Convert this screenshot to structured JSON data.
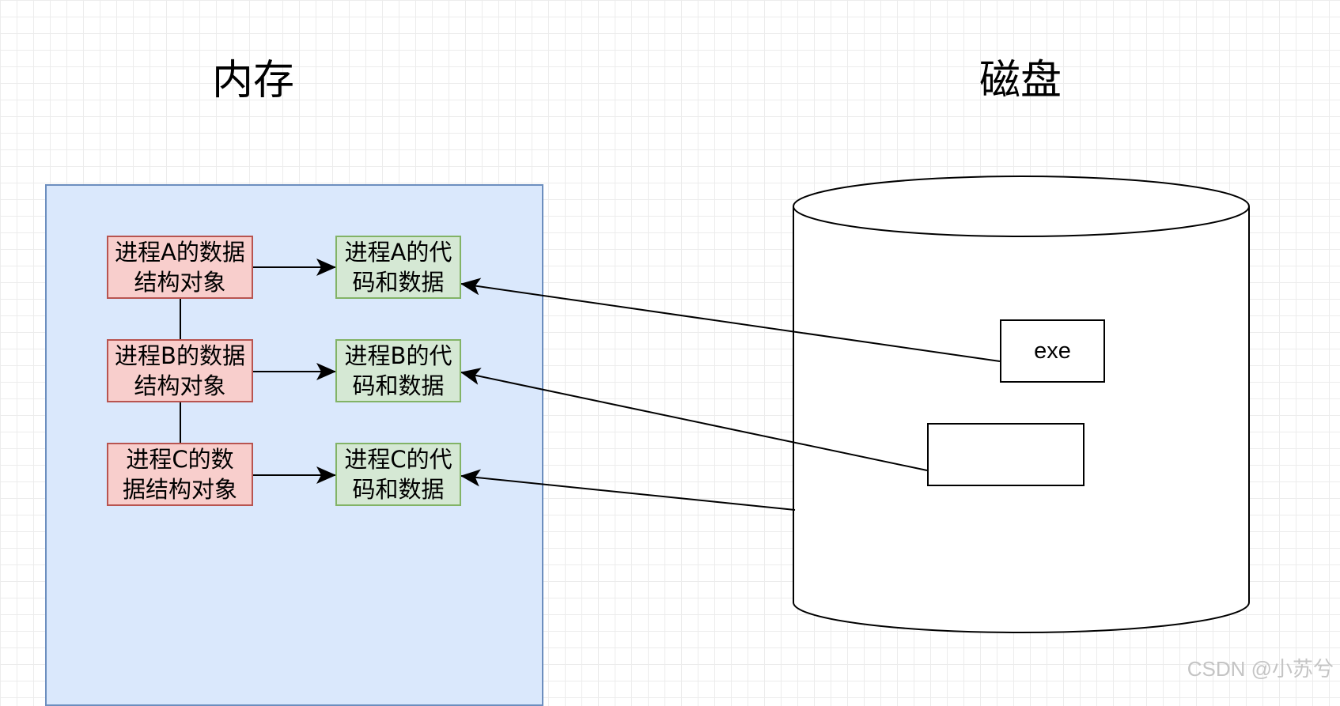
{
  "memory": {
    "title": "内存",
    "fill_color": "#dae8fc",
    "border_color": "#6c8ebf",
    "structs": [
      {
        "line1": "进程A的数据",
        "line2": "结构对象"
      },
      {
        "line1": "进程B的数据",
        "line2": "结构对象"
      },
      {
        "line1": "进程C的数",
        "line2": "据结构对象"
      }
    ],
    "code_data": [
      {
        "line1": "进程A的代",
        "line2": "码和数据"
      },
      {
        "line1": "进程B的代",
        "line2": "码和数据"
      },
      {
        "line1": "进程C的代",
        "line2": "码和数据"
      }
    ],
    "struct_colors": {
      "fill": "#f8cecc",
      "border": "#b85450"
    },
    "code_colors": {
      "fill": "#d5e8d4",
      "border": "#82b366"
    }
  },
  "disk": {
    "title": "磁盘",
    "exe_label": "exe",
    "blank_label": ""
  },
  "watermark": "CSDN @小苏兮"
}
